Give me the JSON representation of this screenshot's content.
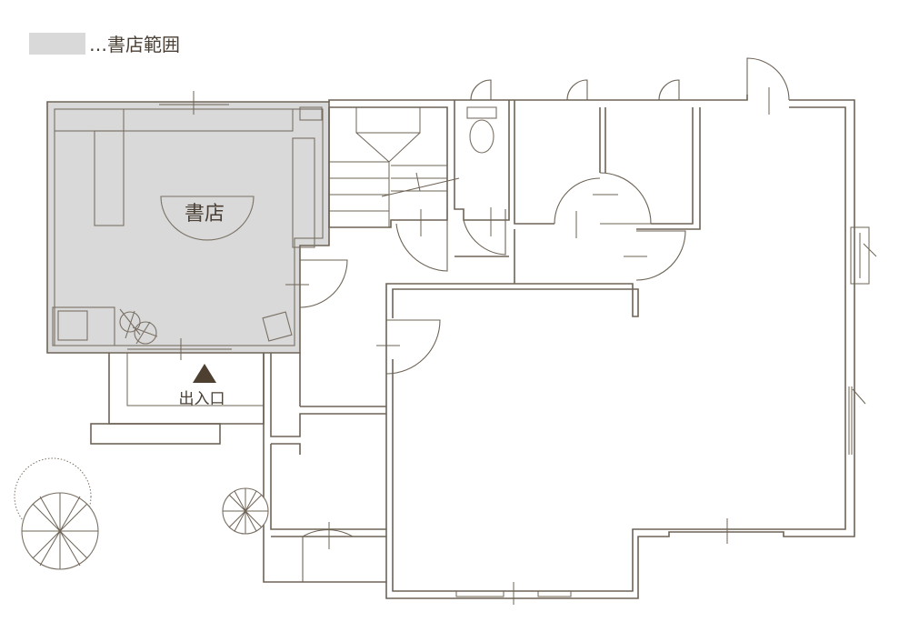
{
  "legend": {
    "swatch_color": "#d9d9d9",
    "label": "…書店範囲"
  },
  "rooms": {
    "bookstore_label": "書店"
  },
  "entrance": {
    "label": "出入口",
    "marker_icon": "triangle-up-icon",
    "marker_color": "#4d4030"
  },
  "colors": {
    "wall": "#6e6456",
    "highlight": "#d9d9d9"
  }
}
